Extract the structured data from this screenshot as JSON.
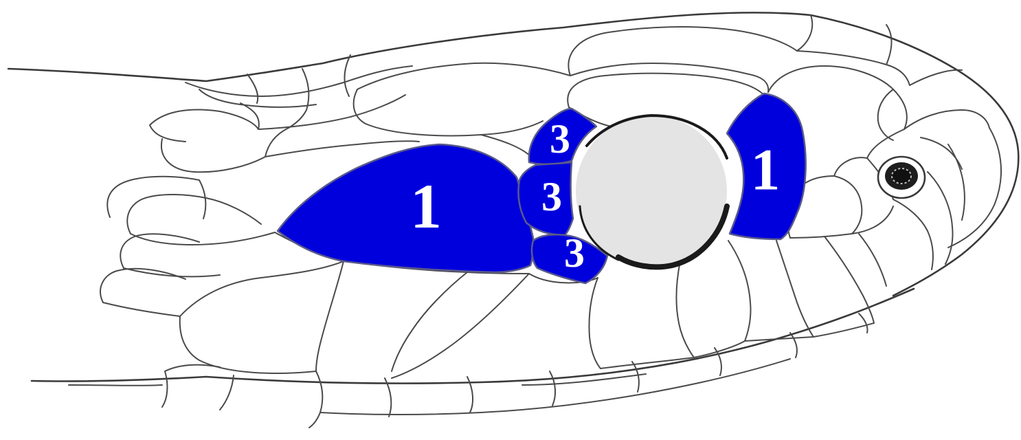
{
  "labels": {
    "postocular_count": "1",
    "preocular_count": "1",
    "suboculars_upper": "3",
    "suboculars_middle": "3",
    "suboculars_lower": "3"
  },
  "colors": {
    "highlight": "#0000dd",
    "eye_fill": "#e4e4e4",
    "eye_rim": "#1a1a1a",
    "outline": "#3a3a3a",
    "background": "#ffffff",
    "label_text": "#ffffff"
  }
}
